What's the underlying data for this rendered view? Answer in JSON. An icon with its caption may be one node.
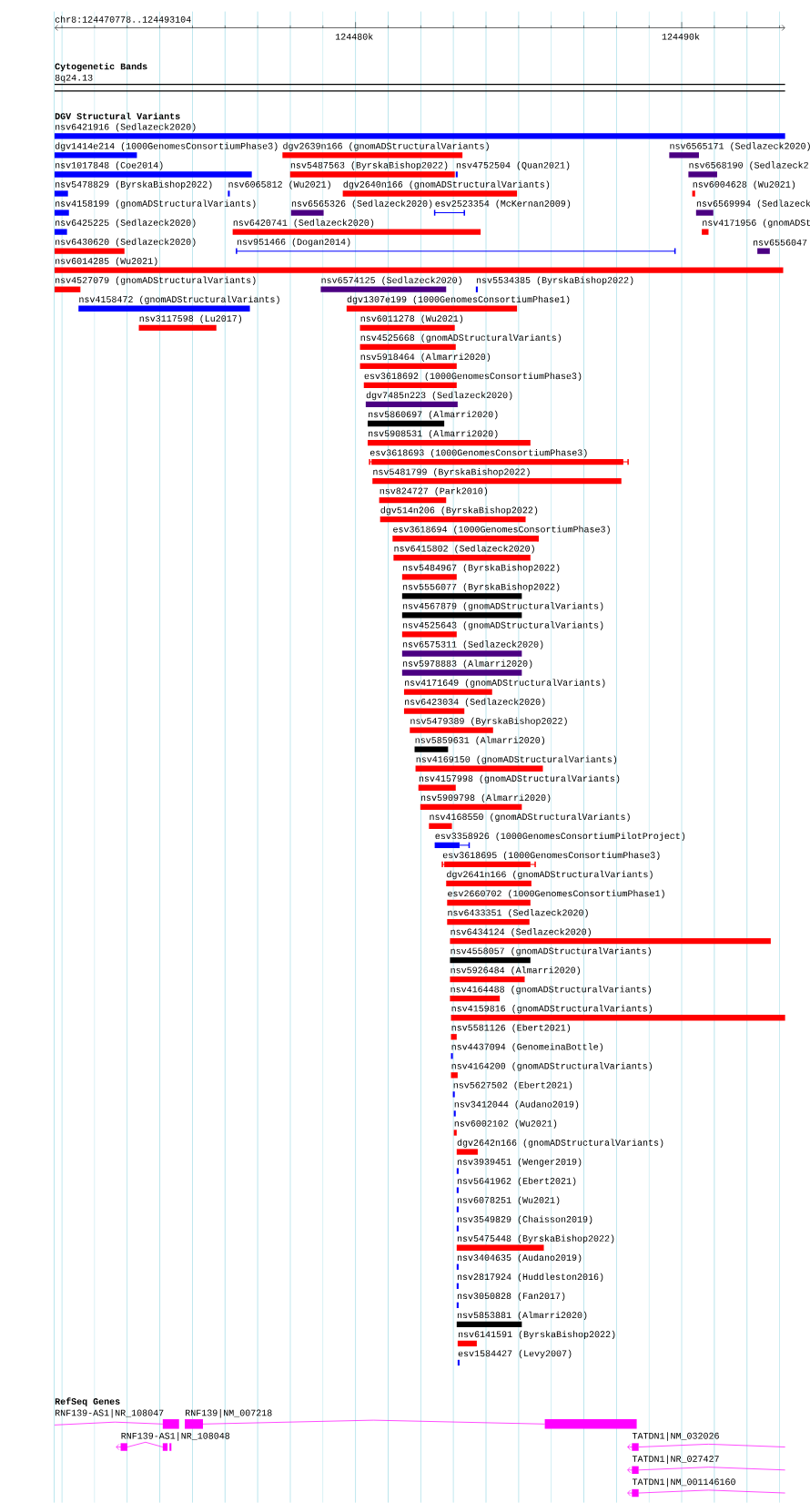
{
  "diagram": {
    "labels": [
      "chr8:124470778..124493104",
      "124480k",
      "124490k",
      "Cytogenetic Bands",
      "8q24.13",
      "DGV Structural Variants",
      "nsv6421916 (Sedlazeck2020)",
      "dgv1414e214 (1000GenomesConsortiumPhase3)",
      "dgv2639n166 (gnomADStructuralVariants)",
      "nsv6565171 (Sedlazeck2020)",
      "nsv1017848 (Coe2014)",
      "nsv5487563 (ByrskaBishop2022)",
      "nsv4752504 (Quan2021)",
      "nsv6568190 (Sedlazeck2",
      "nsv5478829 (ByrskaBishop2022)",
      "nsv6065812 (Wu2021)",
      "dgv2640n166 (gnomADStructuralVariants)",
      "nsv6004628 (Wu2021)",
      "nsv4158199 (gnomADStructuralVariants)",
      "nsv6565326 (Sedlazeck2020)",
      "esv2523354 (McKernan2009)",
      "nsv6569994 (Sedlazeck",
      "nsv6425225 (Sedlazeck2020)",
      "nsv6420741 (Sedlazeck2020)",
      "nsv4171956 (gnomADSt",
      "nsv6430620 (Sedlazeck2020)",
      "nsv951466 (Dogan2014)",
      "nsv6556047",
      "nsv6014285 (Wu2021)",
      "nsv4527079 (gnomADStructuralVariants)",
      "nsv6574125 (Sedlazeck2020)",
      "nsv5534385 (ByrskaBishop2022)",
      "nsv4158472 (gnomADStructuralVariants)",
      "dgv1307e199 (1000GenomesConsortiumPhase1)",
      "nsv3117598 (Lu2017)",
      "nsv6011278 (Wu2021)",
      "nsv4525668 (gnomADStructuralVariants)",
      "nsv5918464 (Almarri2020)",
      "esv3618692 (1000GenomesConsortiumPhase3)",
      "dgv7485n223 (Sedlazeck2020)",
      "nsv5860697 (Almarri2020)",
      "nsv5908531 (Almarri2020)",
      "esv3618693 (1000GenomesConsortiumPhase3)",
      "nsv5481799 (ByrskaBishop2022)",
      "nsv824727 (Park2010)",
      "dgv514n206 (ByrskaBishop2022)",
      "esv3618694 (1000GenomesConsortiumPhase3)",
      "nsv6415802 (Sedlazeck2020)",
      "nsv5484967 (ByrskaBishop2022)",
      "nsv5556077 (ByrskaBishop2022)",
      "nsv4567879 (gnomADStructuralVariants)",
      "nsv4525643 (gnomADStructuralVariants)",
      "nsv6575311 (Sedlazeck2020)",
      "nsv5978883 (Almarri2020)",
      "nsv4171649 (gnomADStructuralVariants)",
      "nsv6423034 (Sedlazeck2020)",
      "nsv5479389 (ByrskaBishop2022)",
      "nsv5859631 (Almarri2020)",
      "nsv4169150 (gnomADStructuralVariants)",
      "nsv4157998 (gnomADStructuralVariants)",
      "nsv5909798 (Almarri2020)",
      "nsv4168550 (gnomADStructuralVariants)",
      "esv3358926 (1000GenomesConsortiumPilotProject)",
      "esv3618695 (1000GenomesConsortiumPhase3)",
      "dgv2641n166 (gnomADStructuralVariants)",
      "esv2660702 (1000GenomesConsortiumPhase1)",
      "nsv6433351 (Sedlazeck2020)",
      "nsv6434124 (Sedlazeck2020)",
      "nsv4558057 (gnomADStructuralVariants)",
      "nsv5926484 (Almarri2020)",
      "nsv4164488 (gnomADStructuralVariants)",
      "nsv4159816 (gnomADStructuralVariants)",
      "nsv5581126 (Ebert2021)",
      "nsv4437094 (GenomeinaBottle)",
      "nsv4164200 (gnomADStructuralVariants)",
      "nsv5627502 (Ebert2021)",
      "nsv3412044 (Audano2019)",
      "nsv6002102 (Wu2021)",
      "dgv2642n166 (gnomADStructuralVariants)",
      "nsv3939451 (Wenger2019)",
      "nsv5641962 (Ebert2021)",
      "nsv6078251 (Wu2021)",
      "nsv3549829 (Chaisson2019)",
      "nsv5475448 (ByrskaBishop2022)",
      "nsv3404635 (Audano2019)",
      "nsv2817924 (Huddleston2016)",
      "nsv3050828 (Fan2017)",
      "nsv5853881 (Almarri2020)",
      "nsv6141591 (ByrskaBishop2022)",
      "esv1584427 (Levy2007)",
      "RefSeq Genes",
      "RNF139-AS1|NR_108047",
      "RNF139|NM_007218",
      "RNF139-AS1|NR_108048",
      "TATDN1|NM_032026",
      "TATDN1|NR_027427",
      "TATDN1|NM_001146160"
    ]
  }
}
